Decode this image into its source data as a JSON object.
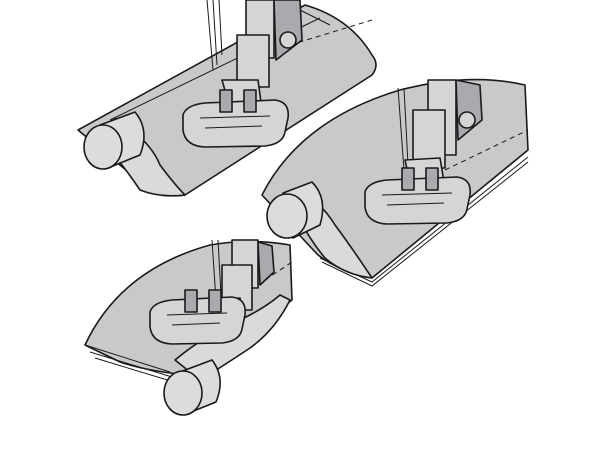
{
  "figure": {
    "panels": [
      {
        "id": "top-left",
        "name": "presser-foot-hem-roll-top-left"
      },
      {
        "id": "right",
        "name": "presser-foot-hem-roll-right"
      },
      {
        "id": "bottom-left",
        "name": "presser-foot-hem-roll-bottom-left"
      }
    ],
    "colors": {
      "fabric": "#c8c9cb",
      "fabric_light": "#d9dadc",
      "metal": "#d4d5d7",
      "metal_dark": "#a9aaad",
      "roll": "#dcdcde",
      "outline": "#1a1a1a"
    }
  }
}
